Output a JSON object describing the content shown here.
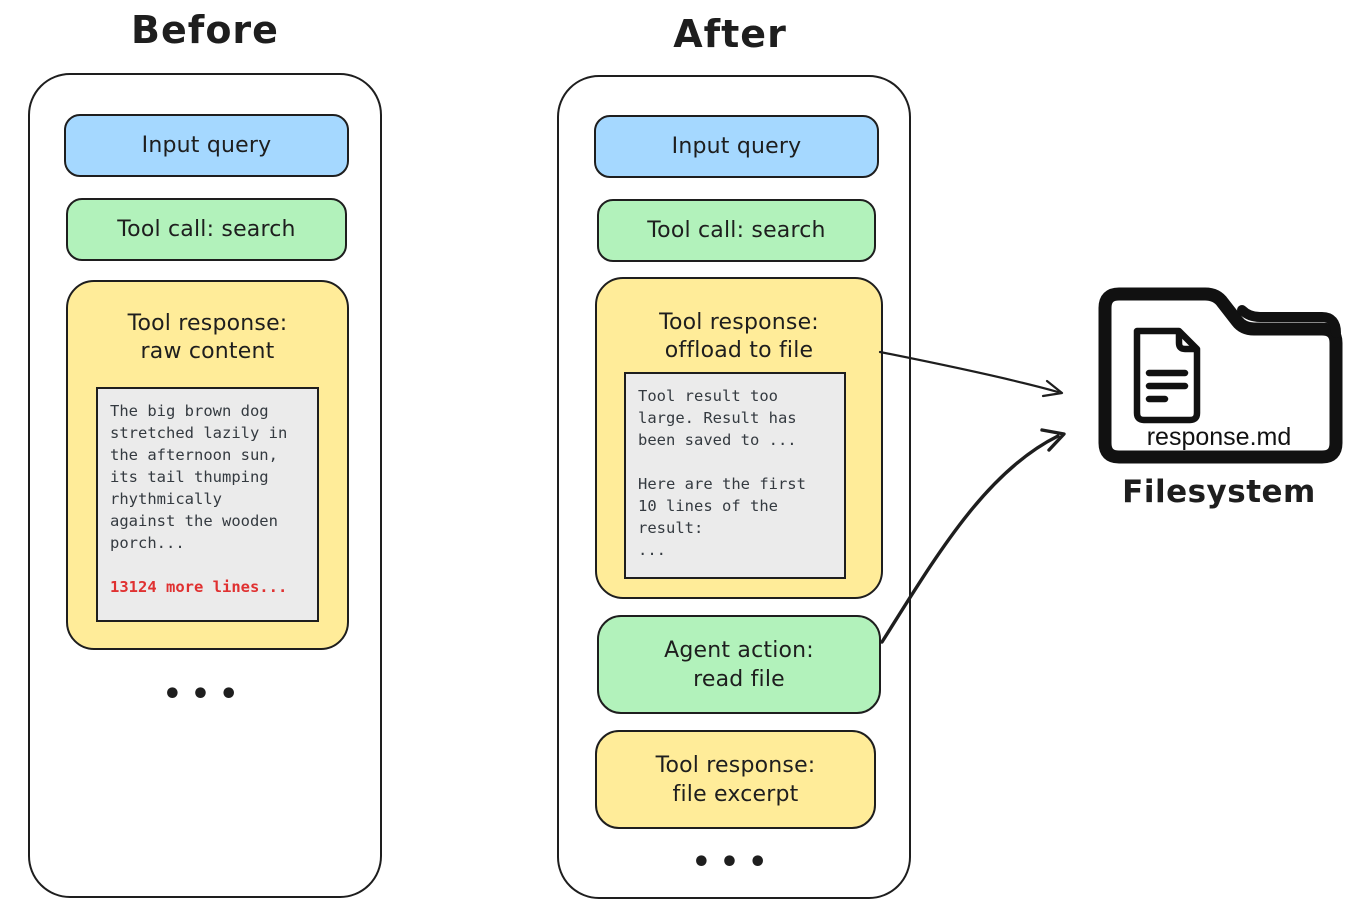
{
  "before": {
    "title": "Before",
    "input_query": "Input query",
    "tool_call": "Tool call: search",
    "tool_response_title_1": "Tool response:",
    "tool_response_title_2": "raw content",
    "code_lines": [
      "The big brown dog",
      "stretched lazily in",
      "the afternoon sun,",
      "its tail thumping",
      "rhythmically",
      "against the wooden",
      "porch..."
    ],
    "more_lines": "13124 more lines...",
    "ellipsis": "•••"
  },
  "after": {
    "title": "After",
    "input_query": "Input query",
    "tool_call": "Tool call: search",
    "tool_response_title_1": "Tool response:",
    "tool_response_title_2": "offload to file",
    "code_lines": [
      "Tool result too",
      "large. Result has",
      "been saved to ...",
      "",
      "Here are the first",
      "10 lines of the",
      "result:",
      "..."
    ],
    "agent_action_1": "Agent action:",
    "agent_action_2": "read file",
    "file_excerpt_1": "Tool response:",
    "file_excerpt_2": "file excerpt",
    "ellipsis": "•••"
  },
  "filesystem": {
    "file_name": "response.md",
    "label": "Filesystem"
  },
  "colors": {
    "blue": "#a5d8ff",
    "green": "#b2f2bb",
    "yellow": "#ffec99",
    "code_bg": "#ebebeb",
    "stroke": "#1e1e1e",
    "code_text": "#343a40",
    "red": "#e03131"
  }
}
